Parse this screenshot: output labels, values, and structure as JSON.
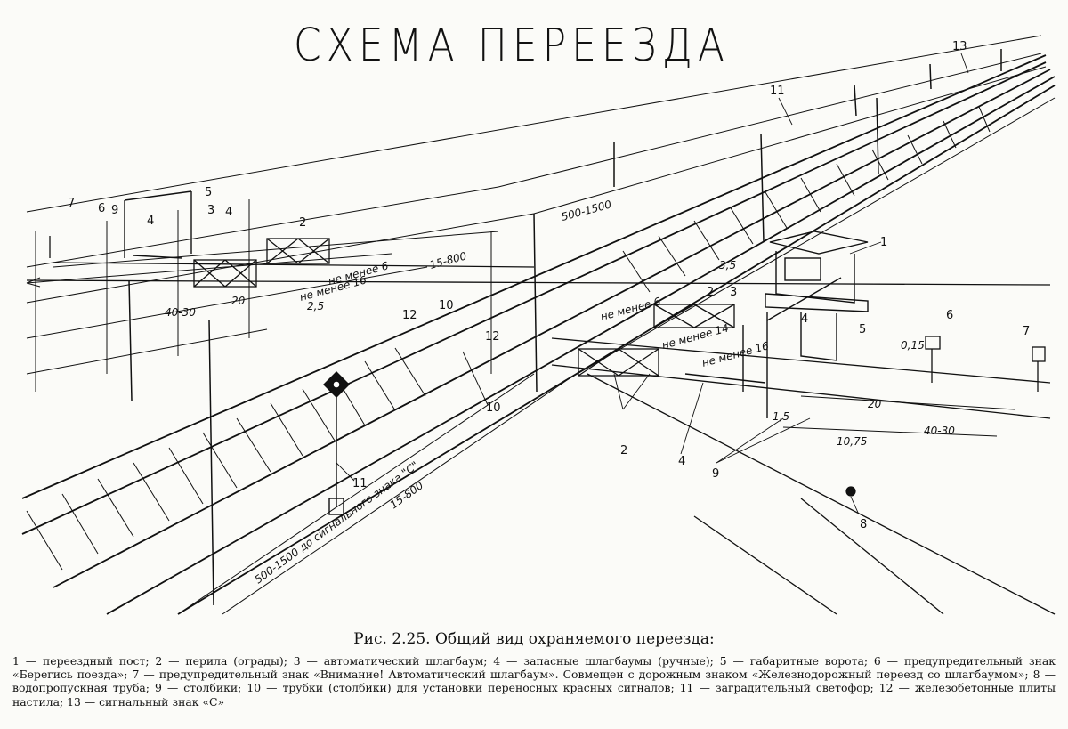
{
  "title": "СХЕМА ПЕРЕЕЗДА",
  "caption": {
    "title": "Рис. 2.25. Общий вид охраняемого переезда:",
    "body": "1 — переездный пост; 2 — перила (ограды); 3 — автоматический шлагбаум; 4 — запасные шлагбаумы (ручные); 5 — габаритные ворота; 6 — предупредительный знак «Берегись поезда»; 7 — предупредительный знак «Внимание! Автоматический шлагбаум». Совмещен с дорожным знаком «Железнодорожный переезд со шлагбаумом»; 8 — водопропускная труба; 9 — столбики; 10 — трубки (столбики) для установки переносных красных сигналов; 11 — заградительный светофор; 12 — железобетонные плиты настила; 13 — сигнальный знак «С»"
  },
  "callouts": {
    "n1": "1",
    "n2": "2",
    "n3": "3",
    "n4": "4",
    "n5": "5",
    "n6": "6",
    "n7": "7",
    "n8": "8",
    "n9": "9",
    "n10": "10",
    "n11": "11",
    "n12": "12",
    "n13": "13"
  },
  "dimensions": {
    "d500_1500": "500-1500",
    "d15_800": "15-800",
    "d3_5": "3,5",
    "d20": "20",
    "d2_5": "2,5",
    "d40_30": "40-30",
    "not_less_6": "не менее 6",
    "not_less_14": "не менее 14",
    "not_less_16": "не менее 16",
    "d0_15": "0,15",
    "d10_75": "10,75",
    "d500_signal": "500-1500 до сигнального знака \"С\"",
    "d1_5": "1,5"
  }
}
